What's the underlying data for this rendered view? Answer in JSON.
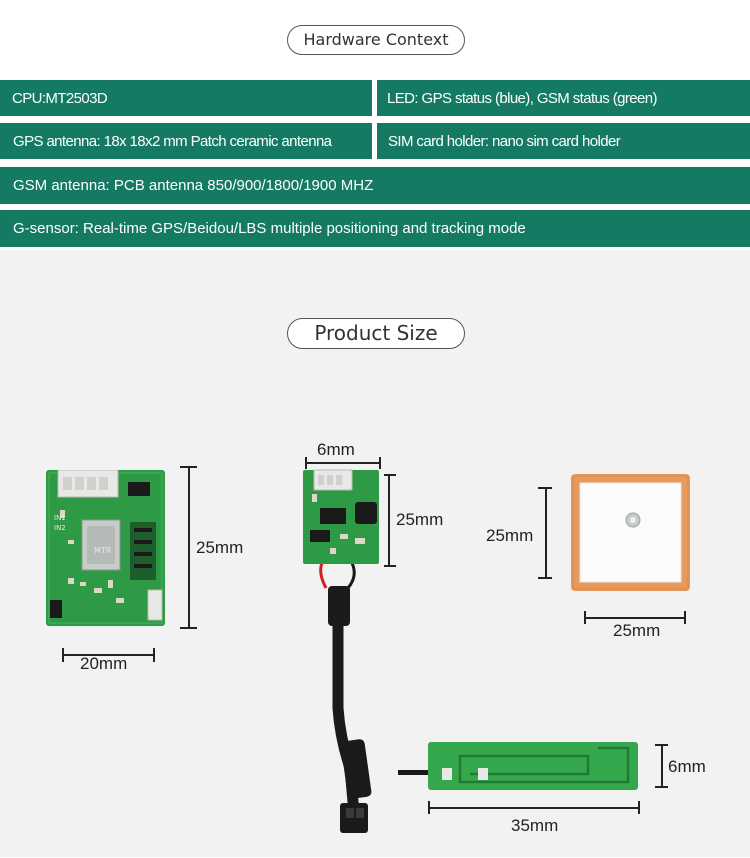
{
  "hardware": {
    "title": "Hardware Context",
    "rows": [
      [
        "CPU:MT2503D",
        "LED: GPS status (blue), GSM status (green)"
      ],
      [
        "GPS antenna: 18x 18x2 mm Patch ceramic antenna",
        "SIM card holder: nano sim card holder"
      ],
      [
        "GSM antenna: PCB antenna 850/900/1800/1900 MHZ"
      ],
      [
        "G-sensor:  Real-time GPS/Beidou/LBS multiple positioning and tracking mode"
      ]
    ]
  },
  "product": {
    "title": "Product Size",
    "board_a": {
      "height": "25mm",
      "width": "20mm",
      "silkscreen": [
        "MTR",
        "IN1",
        "IN2"
      ]
    },
    "board_b": {
      "width": "6mm",
      "height": "25mm"
    },
    "patch": {
      "height": "25mm",
      "width": "25mm"
    },
    "pcb_antenna": {
      "height": "6mm",
      "width": "35mm"
    }
  },
  "colors": {
    "bar": "#147a64",
    "pcb": "#2f9a45",
    "ceramic": "#e89a5c",
    "background": "#f2f2f2"
  }
}
